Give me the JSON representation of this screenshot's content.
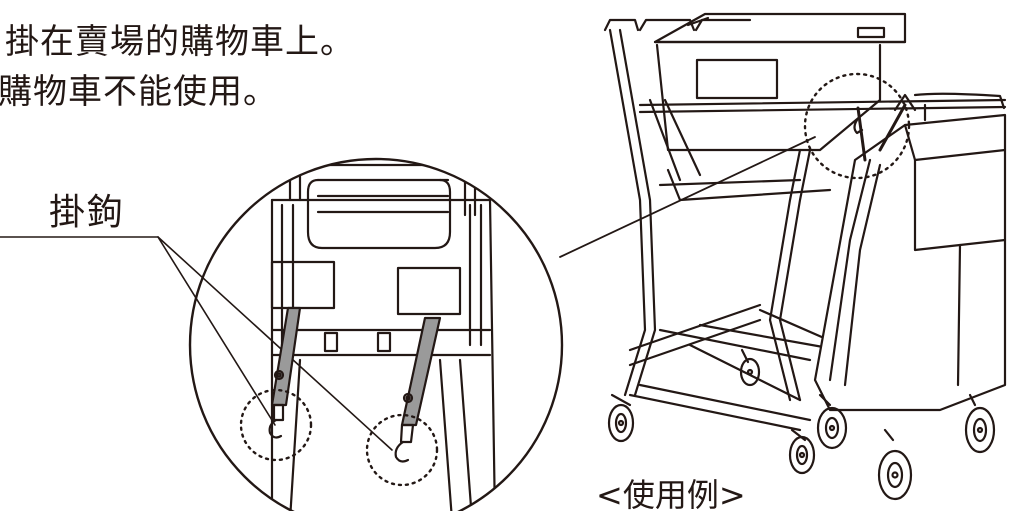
{
  "instructions": {
    "line1": "掛在賣場的購物車上。",
    "line2": "購物車不能使用。"
  },
  "callout": {
    "hook_label": "掛鉤"
  },
  "caption": {
    "example_label": "<使用例>"
  },
  "colors": {
    "ink": "#231815",
    "strap": "#9a9a9a",
    "background": "#ffffff"
  }
}
